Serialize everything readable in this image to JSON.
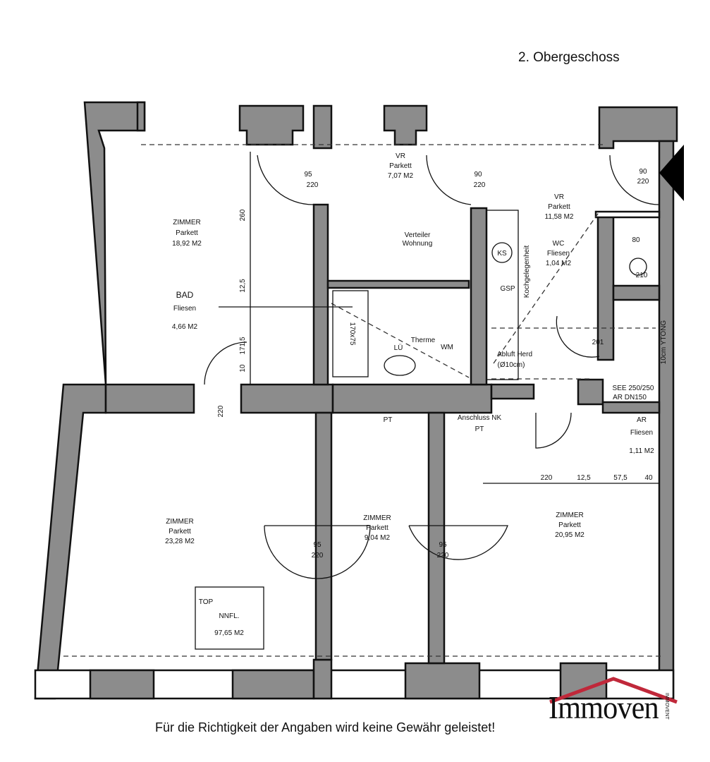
{
  "header": {
    "floor": "2. Obergeschoss"
  },
  "rooms": [
    {
      "name": "ZIMMER",
      "floor": "Parkett",
      "area": "18,92 M2"
    },
    {
      "name": "VR",
      "floor": "Parkett",
      "area": "7,07 M2"
    },
    {
      "name": "VR",
      "floor": "Parkett",
      "area": "11,58 M2"
    },
    {
      "name": "WC",
      "floor": "Fliesen",
      "area": "1,04 M2"
    },
    {
      "name": "BAD",
      "floor": "Fliesen",
      "area": "4,66 M2"
    },
    {
      "name": "AR",
      "floor": "Fliesen",
      "area": "1,11 M2"
    },
    {
      "name": "ZIMMER",
      "floor": "Parkett",
      "area": "23,28 M2"
    },
    {
      "name": "ZIMMER",
      "floor": "Parkett",
      "area": "9,04 M2"
    },
    {
      "name": "ZIMMER",
      "floor": "Parkett",
      "area": "20,95 M2"
    }
  ],
  "doors": {
    "w95": "95",
    "w90": "90",
    "w80": "80",
    "h220": "220",
    "h210": "210",
    "h201": "201"
  },
  "dimensions": [
    "260",
    "12,5",
    "171,5",
    "10",
    "220",
    "12,5",
    "57,5",
    "40"
  ],
  "fixtures": {
    "verteiler1": "Verteiler",
    "verteiler2": "Wohnung",
    "ks": "KS",
    "gsp": "GSP",
    "kochgelegenheit": "Kochgelegenheit",
    "therme": "Therme",
    "wm": "WM",
    "lue": "LÜ",
    "abluft1": "Abluft Herd",
    "abluft2": "(Ø10cm)",
    "wanne": "170x75",
    "see1": "SEE 250/250",
    "see2": "AR DN150",
    "ytong": "10cm YTONG",
    "anschluss": "Anschluss NK",
    "pt": "PT"
  },
  "top_box": {
    "label": "TOP",
    "nnfl": "NNFL.",
    "area": "97,65 M2"
  },
  "footer": {
    "disclaimer": "Für die Richtigkeit der Angaben wird keine Gewähr geleistet!"
  },
  "logo": {
    "word": "Immoven",
    "sub": "IMMOVENT",
    "roof_color": "#c0283a"
  }
}
